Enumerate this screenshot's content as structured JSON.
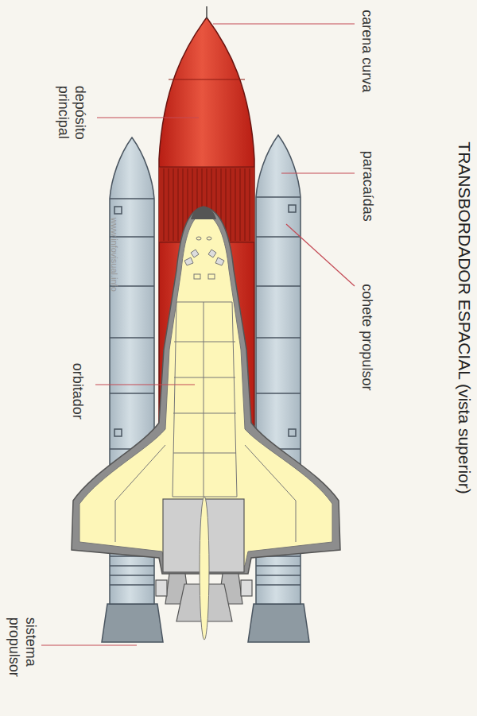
{
  "diagram": {
    "title": "TRANSBORDADOR ESPACIAL (vista superior)",
    "labels": [
      "carena curva",
      "depósito principal",
      "paracaídas",
      "cohete propulsor",
      "orbitador",
      "sistema propulsor",
      "www.infovisual.info"
    ]
  }
}
